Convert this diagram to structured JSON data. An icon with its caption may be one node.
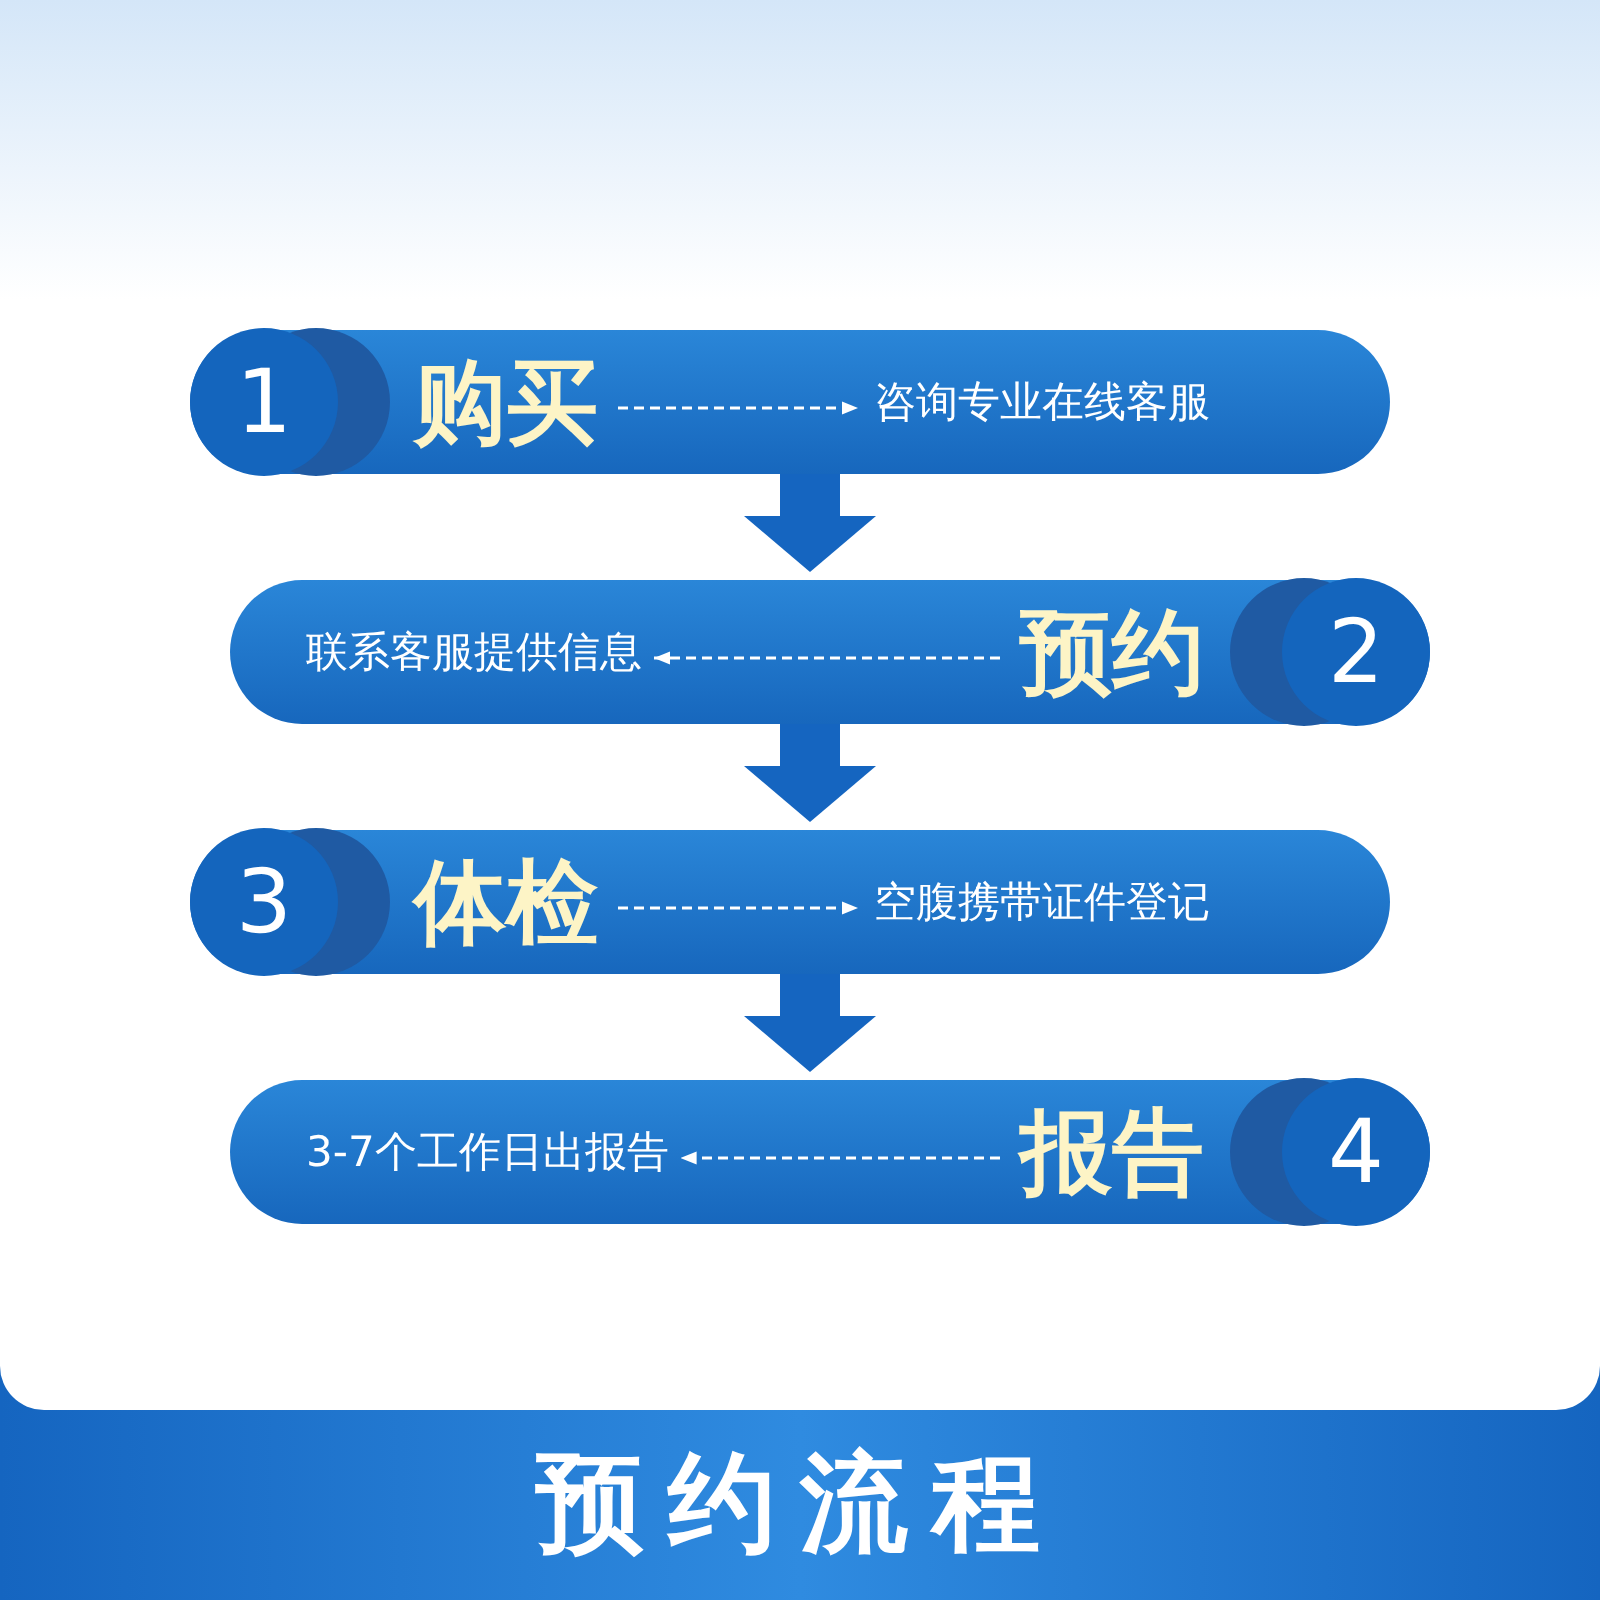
{
  "diagram": {
    "title": "预约流程",
    "nodes": [
      {
        "text": [],
        "shape": "bar"
      },
      {
        "text": [
          "1"
        ],
        "in": 0
      },
      {
        "text": [
          "购买"
        ],
        "in": 0
      },
      {
        "text": [
          "咨询专业在线客服"
        ],
        "in": 0
      },
      {
        "text": [],
        "shape": "bar"
      },
      {
        "text": [
          "2"
        ],
        "in": 4
      },
      {
        "text": [
          "预约"
        ],
        "in": 4
      },
      {
        "text": [
          "联系客服提供信息"
        ],
        "in": 4
      },
      {
        "text": [],
        "shape": "bar"
      },
      {
        "text": [
          "3"
        ],
        "in": 8
      },
      {
        "text": [
          "体检"
        ],
        "in": 8
      },
      {
        "text": [
          "空腹携带证件登记"
        ],
        "in": 8
      },
      {
        "text": [],
        "shape": "bar"
      },
      {
        "text": [
          "4"
        ],
        "in": 12
      },
      {
        "text": [
          "报告"
        ],
        "in": 12
      },
      {
        "text": [
          "3-7个工作日出报告"
        ],
        "in": 12
      }
    ],
    "edges": [
      {
        "from": 2,
        "to": 3,
        "arrow": "to",
        "style": "dashed"
      },
      {
        "from": 0,
        "to": 4,
        "arrow": "to",
        "style": "thick",
        "color": "#1565c0"
      },
      {
        "from": 6,
        "to": 7,
        "arrow": "to",
        "style": "dashed"
      },
      {
        "from": 4,
        "to": 8,
        "arrow": "to",
        "style": "thick",
        "color": "#1565c0"
      },
      {
        "from": 10,
        "to": 11,
        "arrow": "to",
        "style": "dashed"
      },
      {
        "from": 8,
        "to": 12,
        "arrow": "to",
        "style": "thick",
        "color": "#1565c0"
      },
      {
        "from": 14,
        "to": 15,
        "arrow": "to",
        "style": "dashed"
      }
    ]
  }
}
